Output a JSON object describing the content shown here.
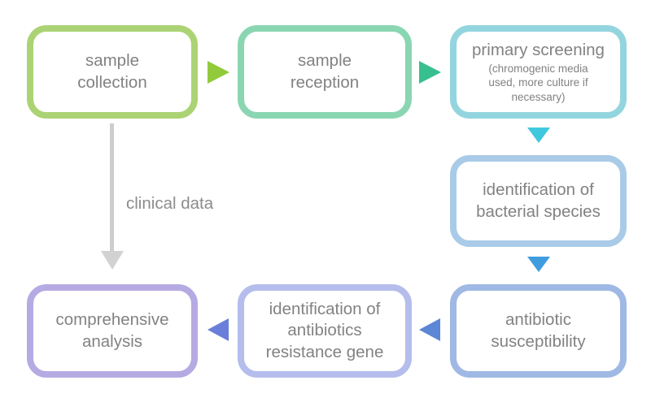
{
  "diagram": {
    "type": "flowchart",
    "background_color": "#ffffff",
    "text_color": "#828282",
    "nodes": [
      {
        "id": "sample-collection",
        "label": "sample\ncollection",
        "border_color": "#abd374"
      },
      {
        "id": "sample-reception",
        "label": "sample\nreception",
        "border_color": "#8ad6b2"
      },
      {
        "id": "primary-screening",
        "label": "primary screening",
        "sublabel": "(chromogenic media used, more culture if necessary)",
        "border_color": "#93d5de"
      },
      {
        "id": "identification-of-bacterial-species",
        "label": "identification of\nbacterial species",
        "border_color": "#a9cbe8"
      },
      {
        "id": "antibiotic-susceptibility",
        "label": "antibiotic\nsusceptibility",
        "border_color": "#9fb9e4"
      },
      {
        "id": "identification-of-antibiotics-resistance-gene",
        "label": "identification of\nantibiotics\nresistance gene",
        "border_color": "#b4bdec"
      },
      {
        "id": "comprehensive-analysis",
        "label": "comprehensive\nanalysis",
        "border_color": "#b6aae3"
      }
    ],
    "arrows": [
      {
        "id": "collection-to-reception",
        "direction": "right",
        "color": "#92ca3c"
      },
      {
        "id": "reception-to-screening",
        "direction": "right",
        "color": "#38bf90"
      },
      {
        "id": "screening-to-identification",
        "direction": "down",
        "color": "#40c8de"
      },
      {
        "id": "identification-to-susceptibility",
        "direction": "down",
        "color": "#3f9ddf"
      },
      {
        "id": "susceptibility-to-resistance-gene",
        "direction": "left",
        "color": "#5c86d6"
      },
      {
        "id": "resistance-gene-to-analysis",
        "direction": "left",
        "color": "#6b7ed9"
      }
    ],
    "clinical_data_edge": {
      "label": "clinical data",
      "direction": "down",
      "line_color": "#cdcdcd",
      "head_color": "#d2d2d2"
    }
  }
}
